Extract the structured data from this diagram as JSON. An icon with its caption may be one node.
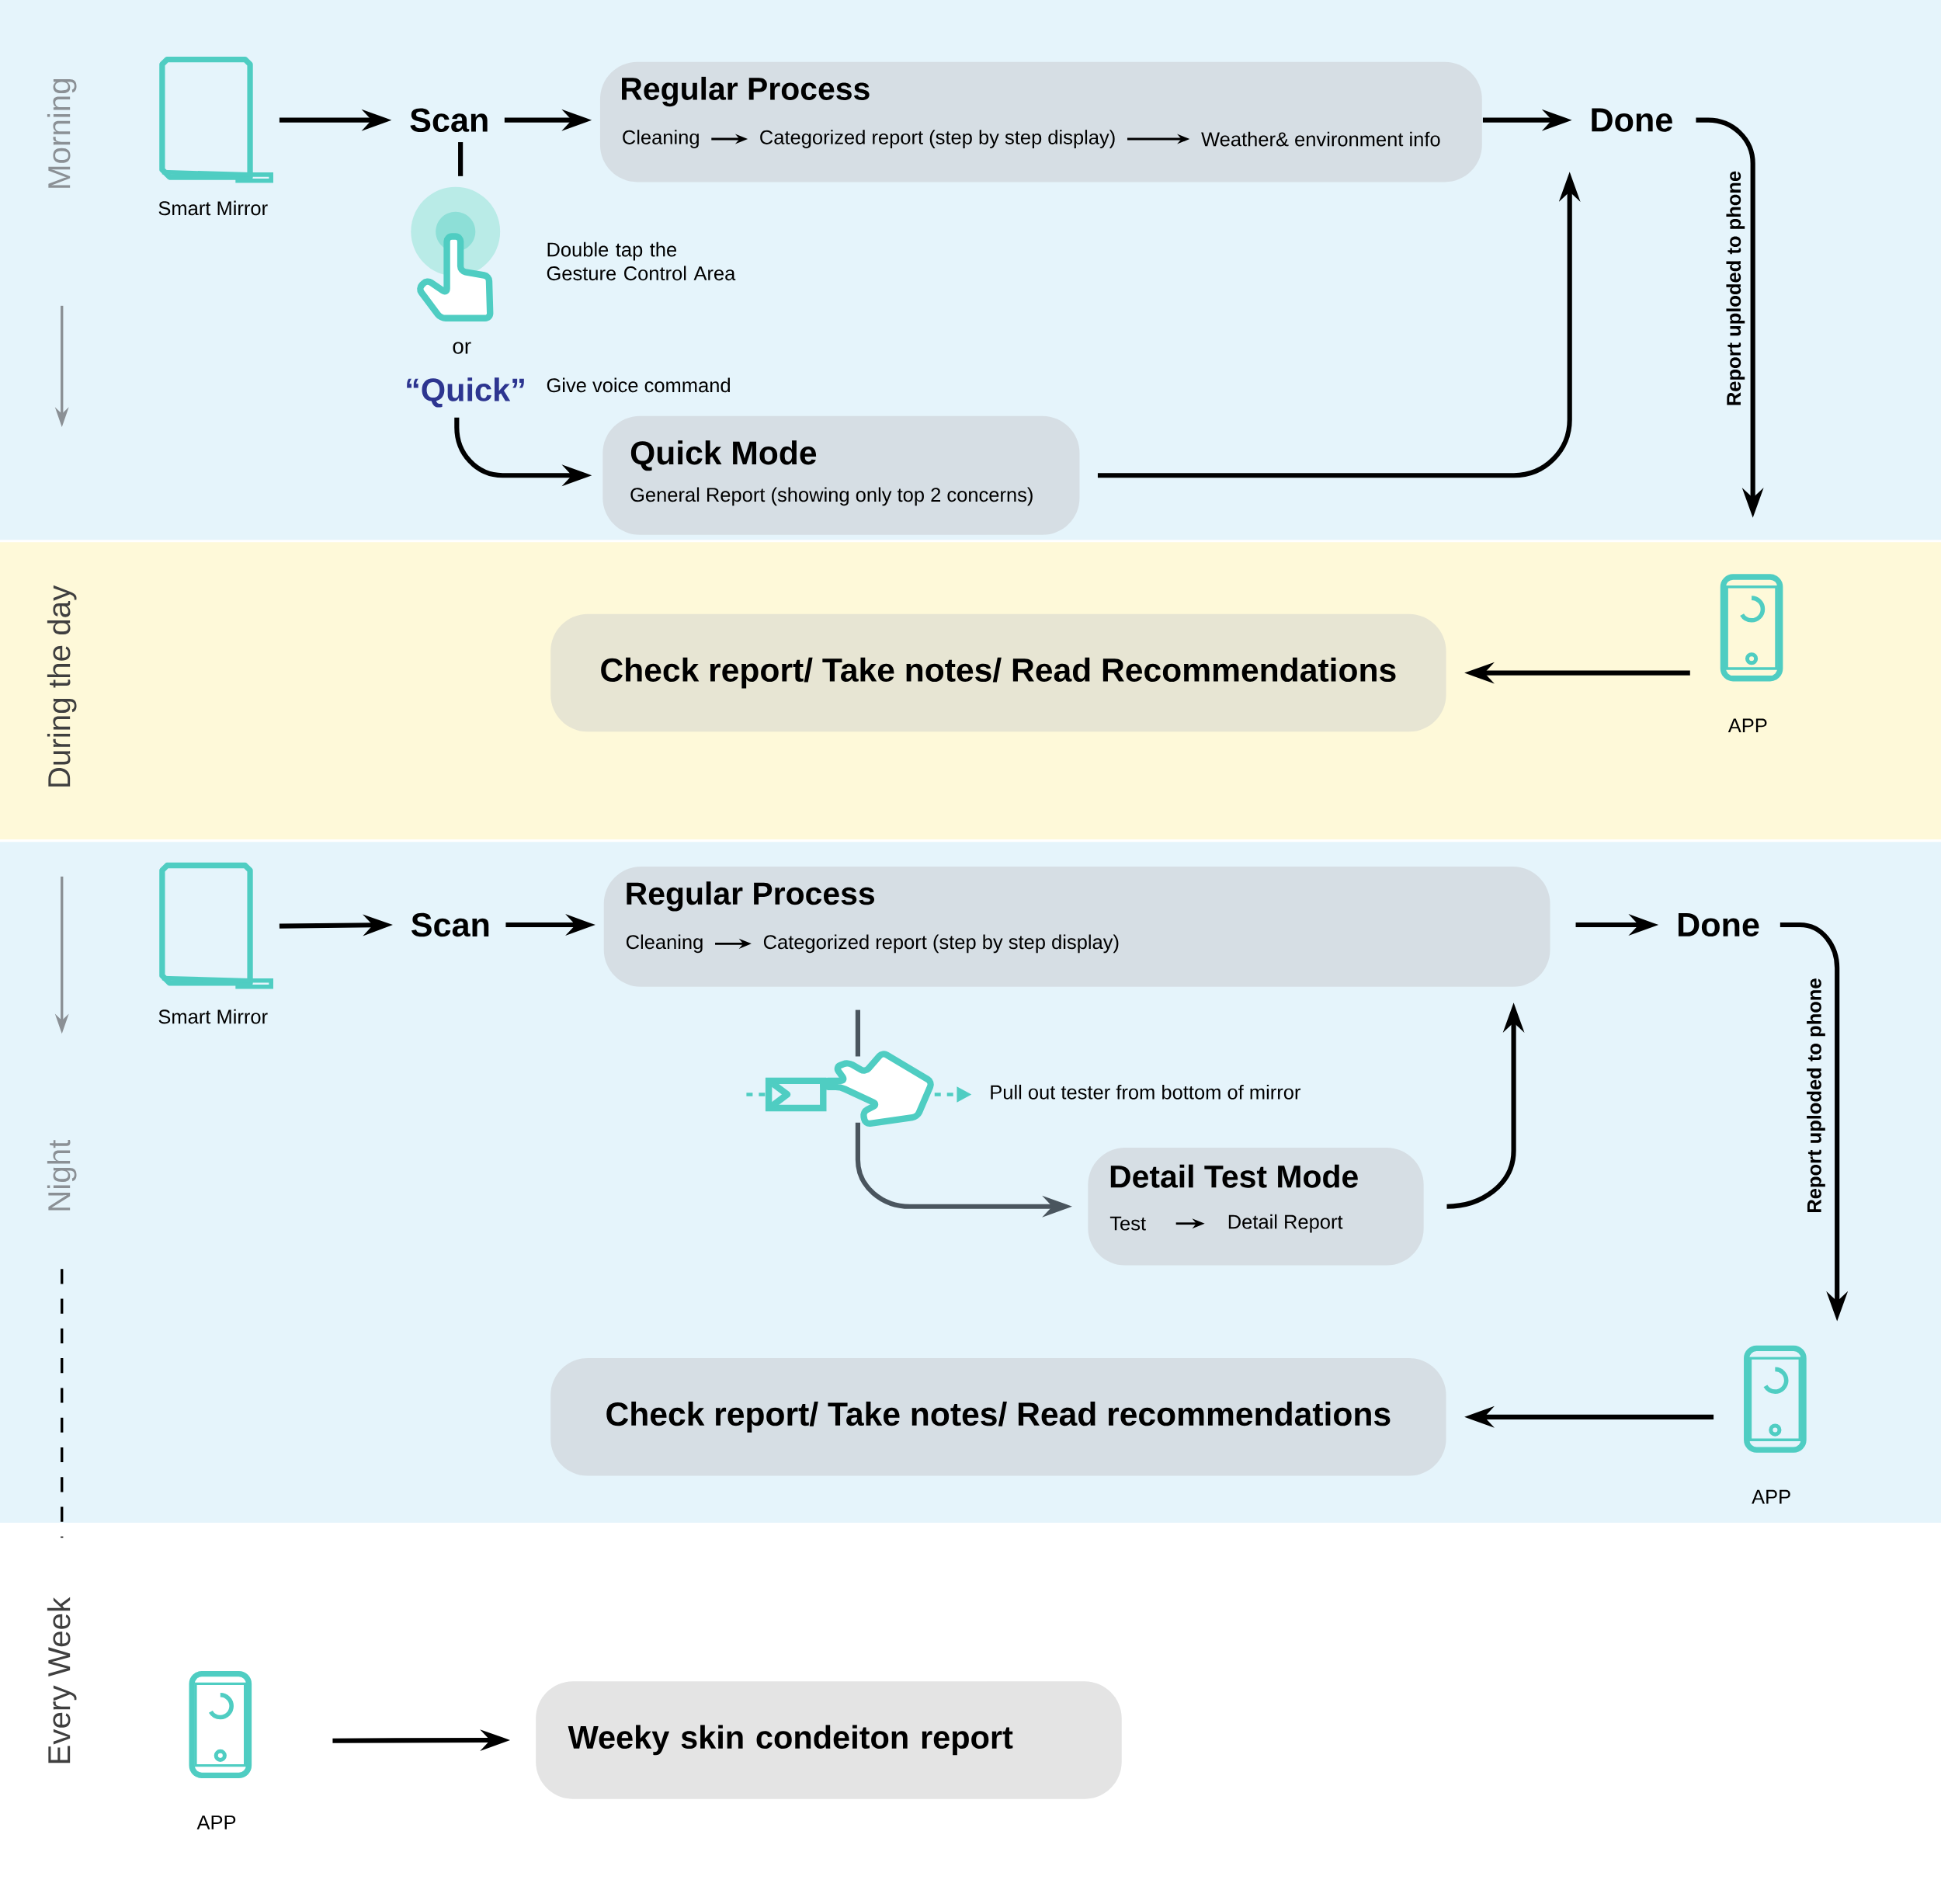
{
  "diagram": {
    "nodes": [
      {
        "text": [],
        "shape": "picture",
        "beside": [
          "Smart Mirror"
        ]
      },
      {
        "text": [
          "Scan"
        ]
      },
      {
        "text": [
          "Regular Process"
        ]
      },
      {
        "text": [
          "Cleaning"
        ],
        "in": 2
      },
      {
        "text": [
          "Categorized report (step by step display)"
        ],
        "in": 2
      },
      {
        "text": [
          "Weather& environment info"
        ],
        "in": 2
      },
      {
        "text": [
          "Done"
        ]
      },
      {
        "text": [],
        "shape": "picture",
        "beside": [
          "Double tap the Gesture Control Area"
        ]
      },
      {
        "text": [
          "“Quick”"
        ],
        "beside": [
          "Give voice command"
        ]
      },
      {
        "text": [
          "Quick Mode",
          "General Report (showing only top 2 concerns)"
        ]
      },
      {
        "text": [],
        "shape": "picture",
        "beside": [
          "APP"
        ]
      },
      {
        "text": [
          "Check report/ Take notes/ Read Recommendations"
        ]
      },
      {
        "text": [],
        "shape": "picture",
        "beside": [
          "Smart Mirror"
        ]
      },
      {
        "text": [
          "Scan"
        ]
      },
      {
        "text": [
          "Regular Process"
        ]
      },
      {
        "text": [
          "Cleaning"
        ],
        "in": 14
      },
      {
        "text": [
          "Categorized report (step by step display)"
        ],
        "in": 14
      },
      {
        "text": [
          "Done"
        ]
      },
      {
        "text": [],
        "shape": "picture",
        "beside": [
          "Pull out tester from bottom of mirror"
        ]
      },
      {
        "text": [
          "Detail Test Mode"
        ]
      },
      {
        "text": [
          "Test"
        ],
        "in": 19
      },
      {
        "text": [
          "Detail Report"
        ],
        "in": 19
      },
      {
        "text": [],
        "shape": "picture",
        "beside": [
          "APP"
        ]
      },
      {
        "text": [
          "Check report/ Take notes/ Read recommendations"
        ]
      },
      {
        "text": [],
        "shape": "picture",
        "beside": [
          "APP"
        ]
      },
      {
        "text": [
          "Weeky skin condeiton report"
        ]
      }
    ],
    "edges": [
      {
        "from": 0,
        "to": 1,
        "arrow": "to"
      },
      {
        "from": 1,
        "to": 2,
        "arrow": "to"
      },
      {
        "from": 3,
        "to": 4,
        "arrow": "to"
      },
      {
        "from": 4,
        "to": 5,
        "arrow": "to"
      },
      {
        "from": 2,
        "to": 6,
        "arrow": "to"
      },
      {
        "from": 1,
        "to": 7,
        "arrow": "none"
      },
      {
        "from": 8,
        "to": 9,
        "arrow": "to"
      },
      {
        "from": 9,
        "to": 6,
        "arrow": "to"
      },
      {
        "from": 6,
        "to": 10,
        "arrow": "to",
        "label": "Report uploded to phone"
      },
      {
        "from": 10,
        "to": 11,
        "arrow": "to"
      },
      {
        "from": 12,
        "to": 13,
        "arrow": "to"
      },
      {
        "from": 13,
        "to": 14,
        "arrow": "to"
      },
      {
        "from": 15,
        "to": 16,
        "arrow": "to"
      },
      {
        "from": 14,
        "to": 17,
        "arrow": "to"
      },
      {
        "from": 14,
        "to": 18,
        "arrow": "none",
        "color": "#4a555e"
      },
      {
        "from": 18,
        "to": 19,
        "arrow": "to",
        "color": "#4a555e"
      },
      {
        "from": 20,
        "to": 21,
        "arrow": "to"
      },
      {
        "from": 19,
        "to": 14,
        "arrow": "to"
      },
      {
        "from": 17,
        "to": 22,
        "arrow": "to",
        "label": "Report uploded to phone"
      },
      {
        "from": 22,
        "to": 23,
        "arrow": "to"
      },
      {
        "from": 24,
        "to": 25,
        "arrow": "to"
      }
    ],
    "labels": [
      "Morning",
      "or",
      "During the day",
      "Night",
      "Every Week"
    ]
  }
}
